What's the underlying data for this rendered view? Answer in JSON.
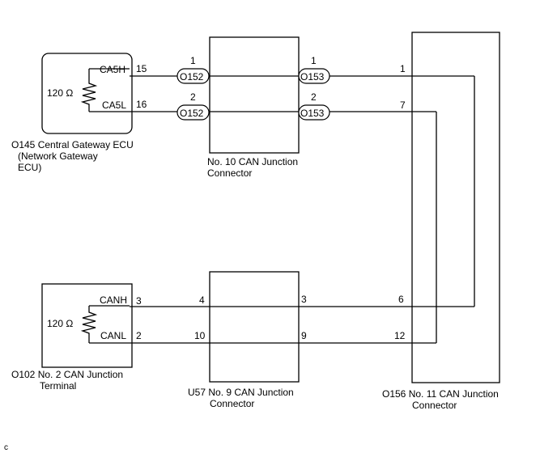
{
  "central_gateway_ecu": {
    "label_line1": "O145 Central Gateway ECU",
    "label_line2": "(Network Gateway",
    "label_line3": "ECU)",
    "resistor": "120 Ω",
    "pin_high_name": "CA5H",
    "pin_high_num": "15",
    "pin_low_name": "CA5L",
    "pin_low_num": "16"
  },
  "junction_connector_10": {
    "label_line1": "No. 10 CAN Junction",
    "label_line2": "Connector",
    "left_pin_1": "1",
    "left_pin_2": "2",
    "right_pin_1": "1",
    "right_pin_2": "2",
    "left_plug": "O152",
    "right_plug": "O153"
  },
  "junction_connector_11": {
    "label_line1": "O156  No. 11 CAN Junction",
    "label_line2": "Connector",
    "pin_1": "1",
    "pin_7": "7",
    "pin_6": "6",
    "pin_12": "12"
  },
  "junction_terminal_2": {
    "label_line1": "O102  No. 2 CAN Junction",
    "label_line2": "Terminal",
    "resistor": "120 Ω",
    "pin_high_name": "CANH",
    "pin_high_num": "3",
    "pin_low_name": "CANL",
    "pin_low_num": "2"
  },
  "junction_connector_9": {
    "label_line1": "U57  No. 9 CAN Junction",
    "label_line2": "Connector",
    "left_pin_4": "4",
    "left_pin_10": "10",
    "right_pin_3": "3",
    "right_pin_9": "9"
  },
  "corner_mark": "c"
}
